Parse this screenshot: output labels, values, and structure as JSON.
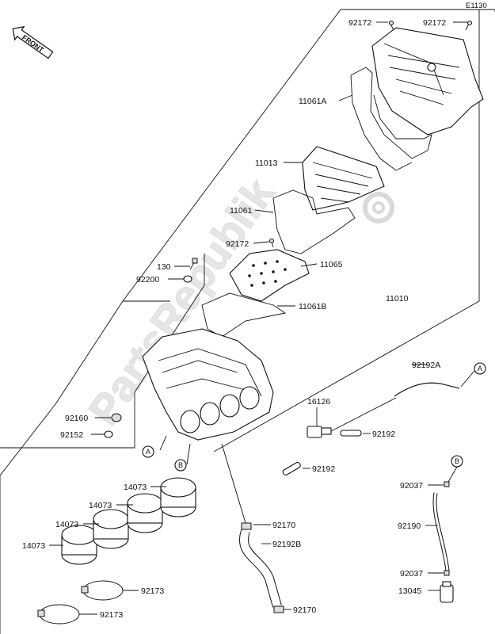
{
  "page_code": "E1130",
  "front_marker": "FRONT",
  "watermark": "PartsRepublik",
  "callouts": {
    "p92172_top_left": "92172",
    "p92172_top_right": "92172",
    "p11061A": "11061A",
    "p11013": "11013",
    "p11061": "11061",
    "p92172_mid": "92172",
    "p11065": "11065",
    "p130": "130",
    "p92200": "92200",
    "p11061B": "11061B",
    "p11010": "11010",
    "p92192A": "92192A",
    "p16126": "16126",
    "p92160": "92160",
    "p92152": "92152",
    "p92192_a": "92192",
    "p92192_b": "92192",
    "p14073_1": "14073",
    "p14073_2": "14073",
    "p14073_3": "14073",
    "p14073_4": "14073",
    "p92170_top": "92170",
    "p92192B": "92192B",
    "p92173_1": "92173",
    "p92173_2": "92173",
    "p92170_bottom": "92170",
    "p92037_top": "92037",
    "p92190": "92190",
    "p92037_bottom": "92037",
    "p13045": "13045"
  },
  "refs": {
    "a1": "A",
    "a2": "A",
    "b1": "B",
    "b2": "B"
  },
  "icons": {
    "front": "front-arrow-icon",
    "watermark_logo": "gear-icon"
  }
}
